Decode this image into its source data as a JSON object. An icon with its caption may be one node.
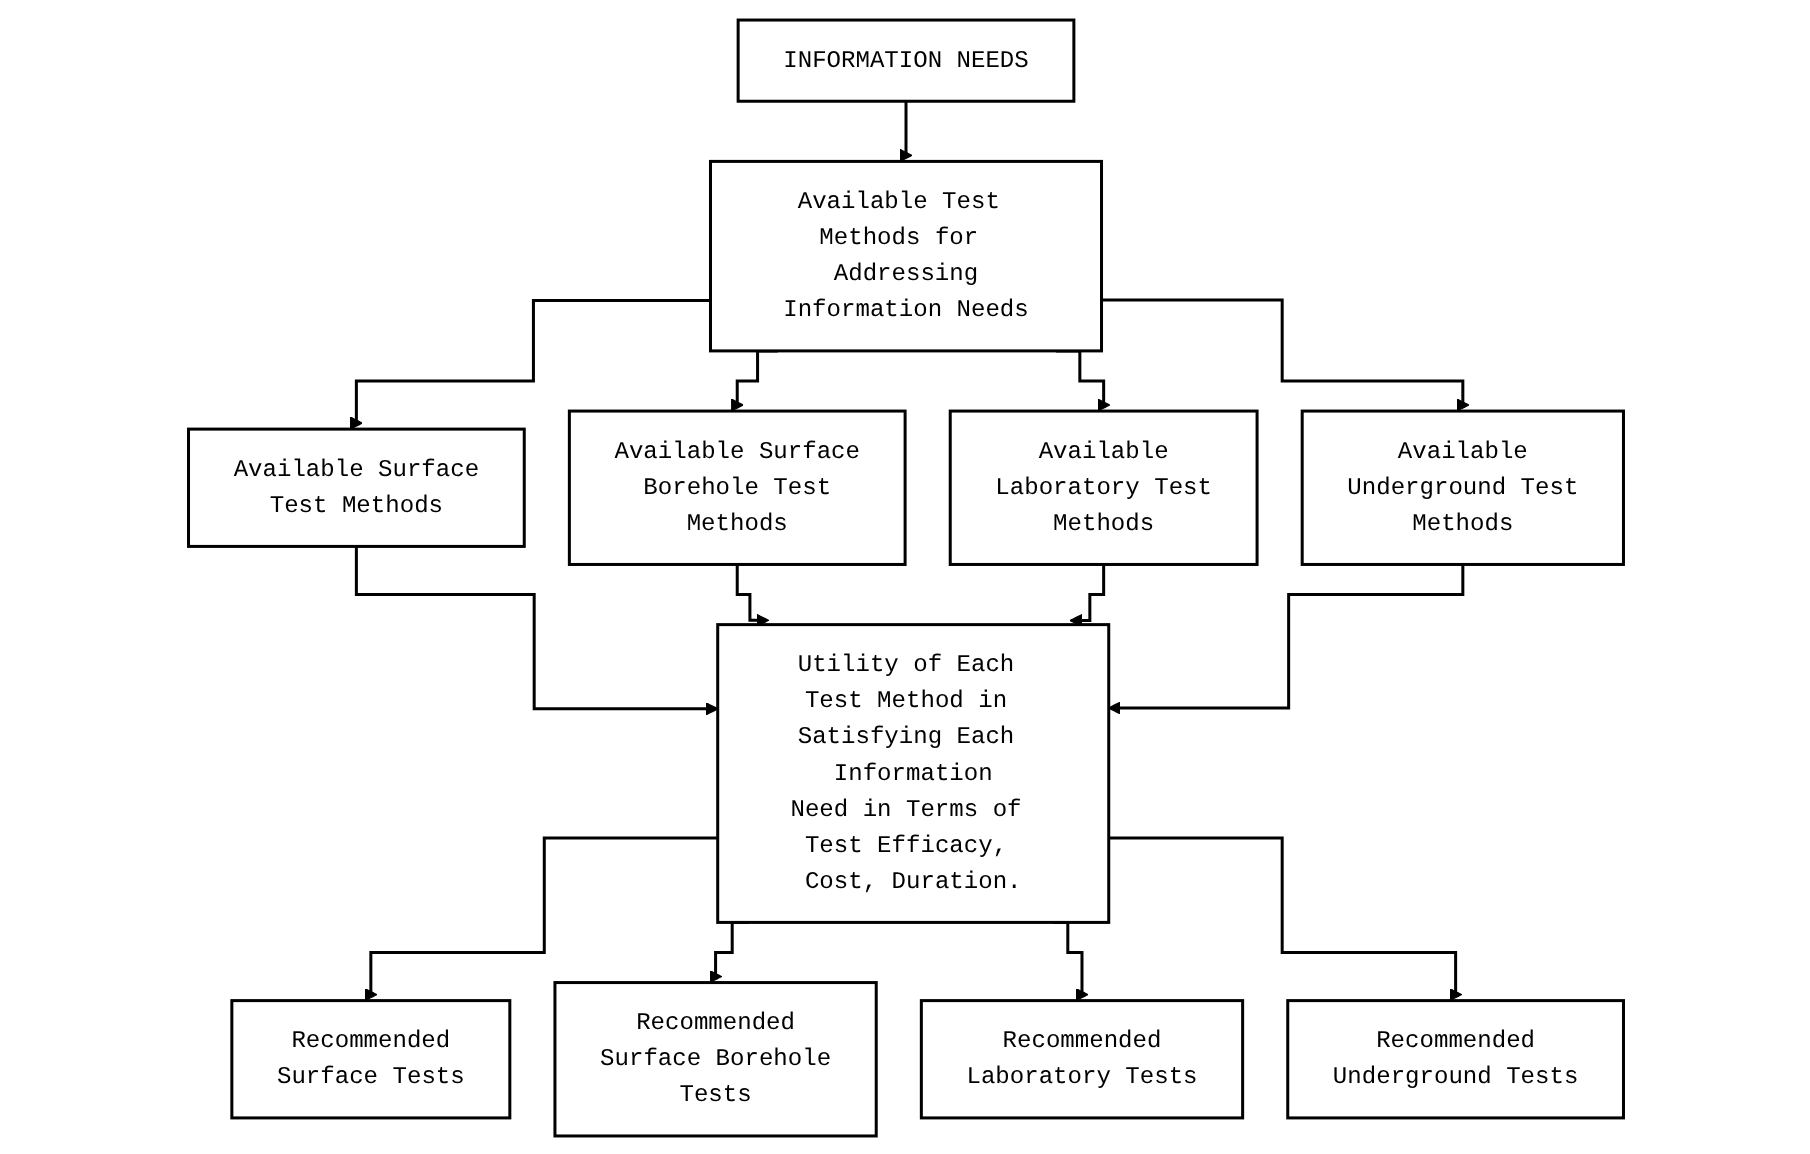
{
  "diagram": {
    "nodes": [
      {
        "text": [
          "INFORMATION NEEDS"
        ]
      },
      {
        "text": [
          "Available Test Methods for Addressing Information Needs"
        ]
      },
      {
        "text": [
          "Available Surface Test Methods"
        ]
      },
      {
        "text": [
          "Available Surface Borehole Test Methods"
        ]
      },
      {
        "text": [
          "Available Laboratory Test Methods"
        ]
      },
      {
        "text": [
          "Available Underground Test Methods"
        ]
      },
      {
        "text": [
          "Utility of Each Test Method in Satisfying Each Information Need in Terms of Test Efficacy, Cost, Duration."
        ]
      },
      {
        "text": [
          "Recommended Surface Tests"
        ]
      },
      {
        "text": [
          "Recommended Surface Borehole Tests"
        ]
      },
      {
        "text": [
          "Recommended Laboratory Tests"
        ]
      },
      {
        "text": [
          "Recommended Underground Tests"
        ]
      }
    ],
    "edges": [
      {
        "from": 0,
        "to": 1,
        "arrow": "to"
      },
      {
        "from": 1,
        "to": 2,
        "arrow": "to"
      },
      {
        "from": 1,
        "to": 3,
        "arrow": "to"
      },
      {
        "from": 1,
        "to": 4,
        "arrow": "to"
      },
      {
        "from": 1,
        "to": 5,
        "arrow": "to"
      },
      {
        "from": 2,
        "to": 6,
        "arrow": "to"
      },
      {
        "from": 3,
        "to": 6,
        "arrow": "to"
      },
      {
        "from": 4,
        "to": 6,
        "arrow": "to"
      },
      {
        "from": 5,
        "to": 6,
        "arrow": "to"
      },
      {
        "from": 6,
        "to": 7,
        "arrow": "to"
      },
      {
        "from": 6,
        "to": 8,
        "arrow": "to"
      },
      {
        "from": 6,
        "to": 9,
        "arrow": "to"
      },
      {
        "from": 6,
        "to": 10,
        "arrow": "to"
      }
    ]
  }
}
